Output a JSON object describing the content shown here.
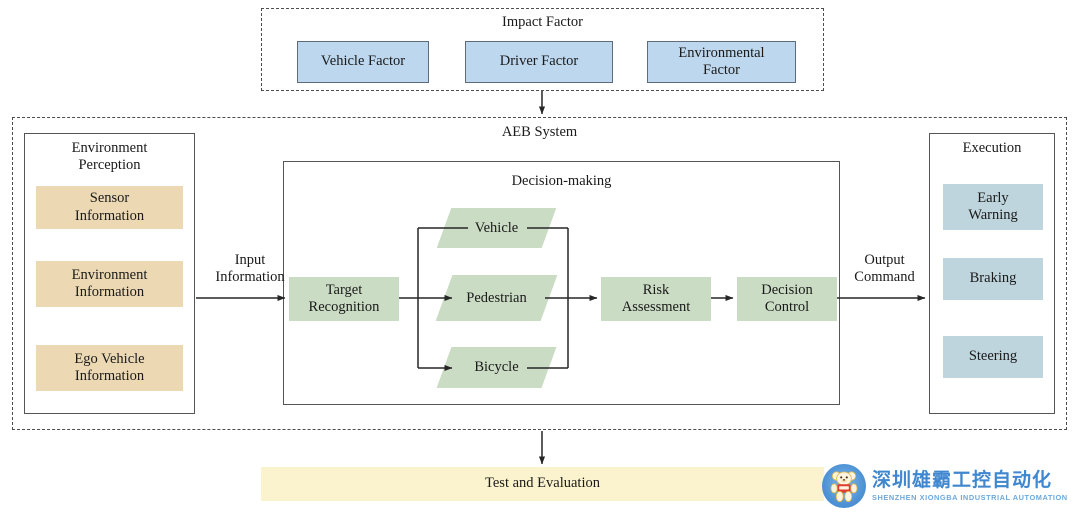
{
  "diagram": {
    "title": "AEB System architecture flow diagram",
    "colors": {
      "impact_factor_box": "#bdd7ee",
      "perception_box": "#ecd9b3",
      "decision_box": "#cbdcc4",
      "execution_box": "#bfd5dd",
      "test_box": "#fbf3cd",
      "line": "#262626",
      "dashed_border": "#4d4d4d",
      "solid_border": "#565656",
      "logo_blue": "#3f87cf"
    }
  },
  "impact_factor": {
    "group_label": "Impact Factor",
    "items": [
      {
        "label": "Vehicle Factor"
      },
      {
        "label": "Driver Factor"
      },
      {
        "label": "Environmental\nFactor"
      }
    ]
  },
  "aeb_system": {
    "group_label": "AEB System",
    "perception": {
      "title": "Environment\nPerception",
      "items": [
        {
          "label": "Sensor\nInformation"
        },
        {
          "label": "Environment\nInformation"
        },
        {
          "label": "Ego Vehicle\nInformation"
        }
      ]
    },
    "decision": {
      "title": "Decision-making",
      "entry": {
        "label": "Target\nRecognition"
      },
      "targets": [
        {
          "label": "Vehicle"
        },
        {
          "label": "Pedestrian"
        },
        {
          "label": "Bicycle"
        }
      ],
      "stages": [
        {
          "label": "Risk\nAssessment"
        },
        {
          "label": "Decision\nControl"
        }
      ]
    },
    "execution": {
      "title": "Execution",
      "items": [
        {
          "label": "Early\nWarning"
        },
        {
          "label": "Braking"
        },
        {
          "label": "Steering"
        }
      ]
    }
  },
  "edge_labels": {
    "input": "Input\nInformation",
    "output": "Output\nCommand"
  },
  "test": {
    "label": "Test and Evaluation"
  },
  "watermark": {
    "cn_name": "深圳雄霸工控自动化",
    "en_name": "SHENZHEN XIONGBA INDUSTRIAL AUTOMATION",
    "mascot": "bear-mascot-icon"
  }
}
